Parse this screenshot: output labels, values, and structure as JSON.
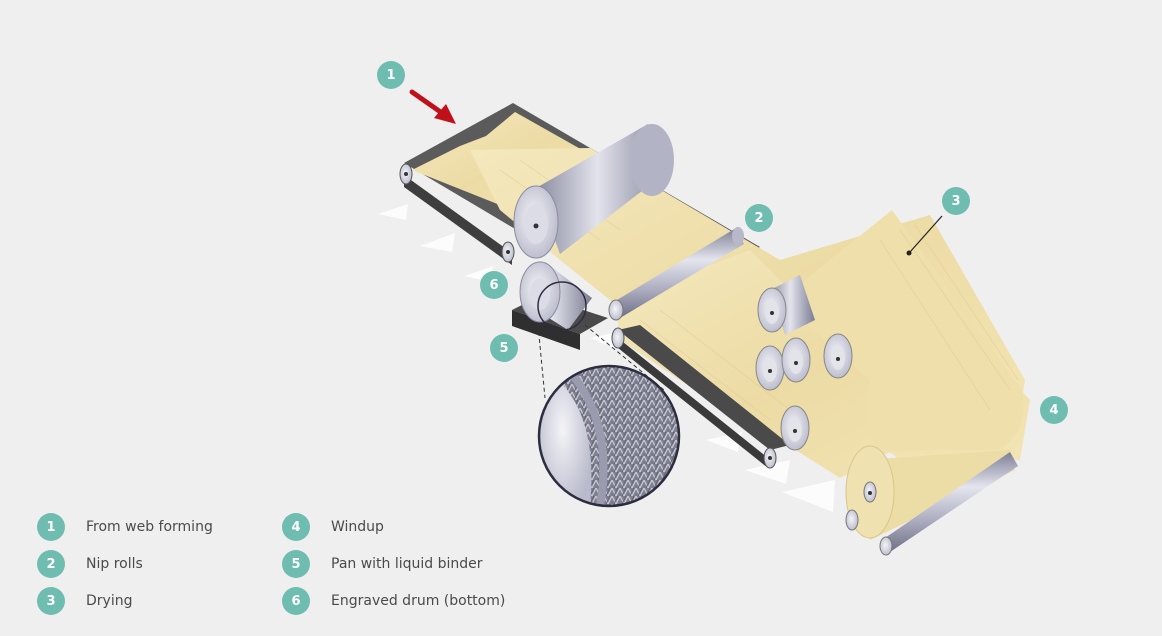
{
  "callouts": [
    {
      "number": "1",
      "label": "From web forming"
    },
    {
      "number": "2",
      "label": "Nip rolls"
    },
    {
      "number": "3",
      "label": "Drying"
    },
    {
      "number": "4",
      "label": "Windup"
    },
    {
      "number": "5",
      "label": "Pan with liquid binder"
    },
    {
      "number": "6",
      "label": "Engraved drum (bottom)"
    }
  ],
  "colors": {
    "badge": "#6fbdb1",
    "web": "#f1e2b0",
    "belt": "#5b5b5b",
    "roller": "#b6b7c6",
    "arrow": "#c0101a",
    "background": "#efefef"
  }
}
